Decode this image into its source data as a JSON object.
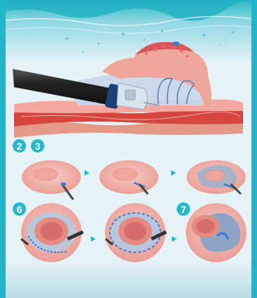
{
  "colors": {
    "frame_teal": "#1fb7c9",
    "water_top": "#3fc3d3",
    "water": "#e2f3f7",
    "tissue_pink": "#f1b0aa",
    "lesion_red": "#e45f5f",
    "muscle_red": "#d7473f",
    "scope_black": "#2a2a2a",
    "accent_blue": "#2f7fd8",
    "badge_teal": "#23b8cc"
  },
  "steps": {
    "row1": [
      "2",
      "3"
    ],
    "row2_left": "6",
    "row2_right": "7"
  },
  "icons": [
    "endoscope-icon",
    "electrosurgical-knife-icon",
    "snare-icon"
  ]
}
